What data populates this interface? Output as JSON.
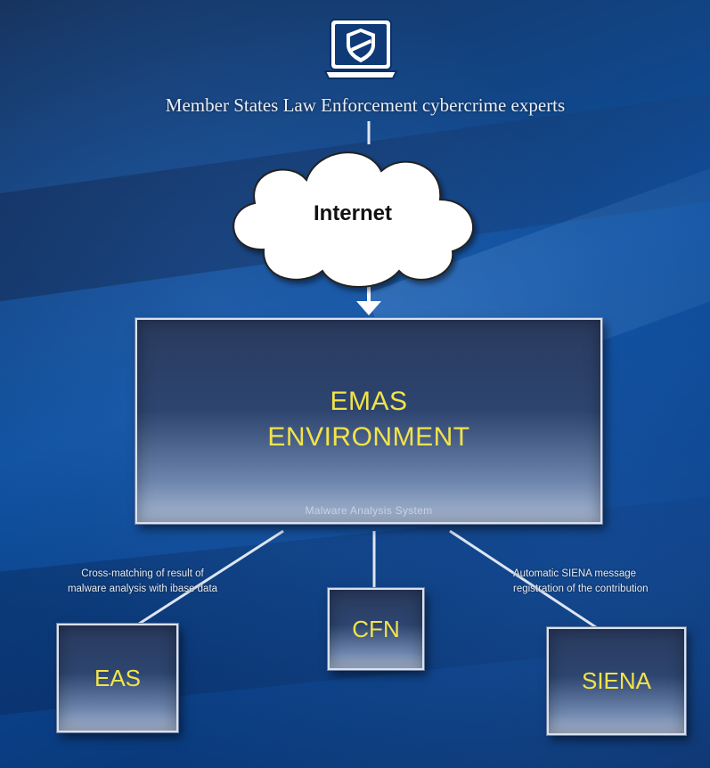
{
  "header": {
    "audience_label": "Member States Law Enforcement cybercrime experts"
  },
  "network": {
    "cloud_label": "Internet"
  },
  "environment": {
    "title_line1": "EMAS",
    "title_line2": "ENVIRONMENT",
    "subtitle": "Malware Analysis System"
  },
  "systems": [
    {
      "label": "EAS"
    },
    {
      "label": "CFN"
    },
    {
      "label": "SIENA"
    }
  ],
  "annotations": {
    "eas_note_line1": "Cross-matching of result of",
    "eas_note_line2": "malware analysis with ibase data",
    "siena_note_line1": "Automatic SIENA message",
    "siena_note_line2": "registration of the contribution"
  },
  "icons": {
    "laptop": "laptop-icon",
    "shield": "shield-icon",
    "cloud": "cloud-icon",
    "arrow": "arrow-down-icon"
  },
  "colors": {
    "box_text": "#f2e34a",
    "background": "#0d4f9e",
    "cloud_fill": "#ffffff"
  }
}
